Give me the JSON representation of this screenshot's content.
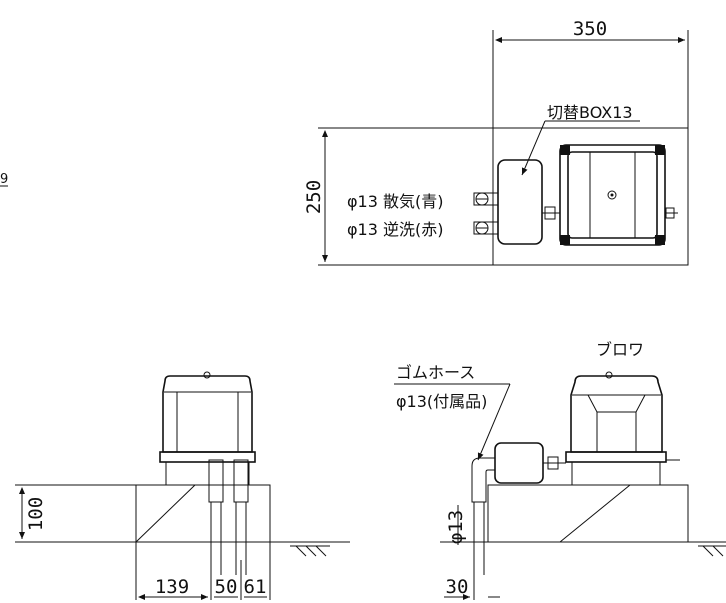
{
  "plan": {
    "width_dim": "350",
    "height_dim": "250",
    "box_label": "切替BOX13",
    "port1": "φ13 散気(青)",
    "port2": "φ13 逆洗(赤)"
  },
  "front": {
    "height_dim": "100",
    "d1": "139",
    "d2": "50",
    "d3": "61"
  },
  "side": {
    "blower_label": "ブロワ",
    "hose_label1": "ゴムホース",
    "hose_label2": "φ13(付属品)",
    "pipe_dim": "φ13",
    "offset_dim": "30"
  },
  "edge_mark": "9"
}
